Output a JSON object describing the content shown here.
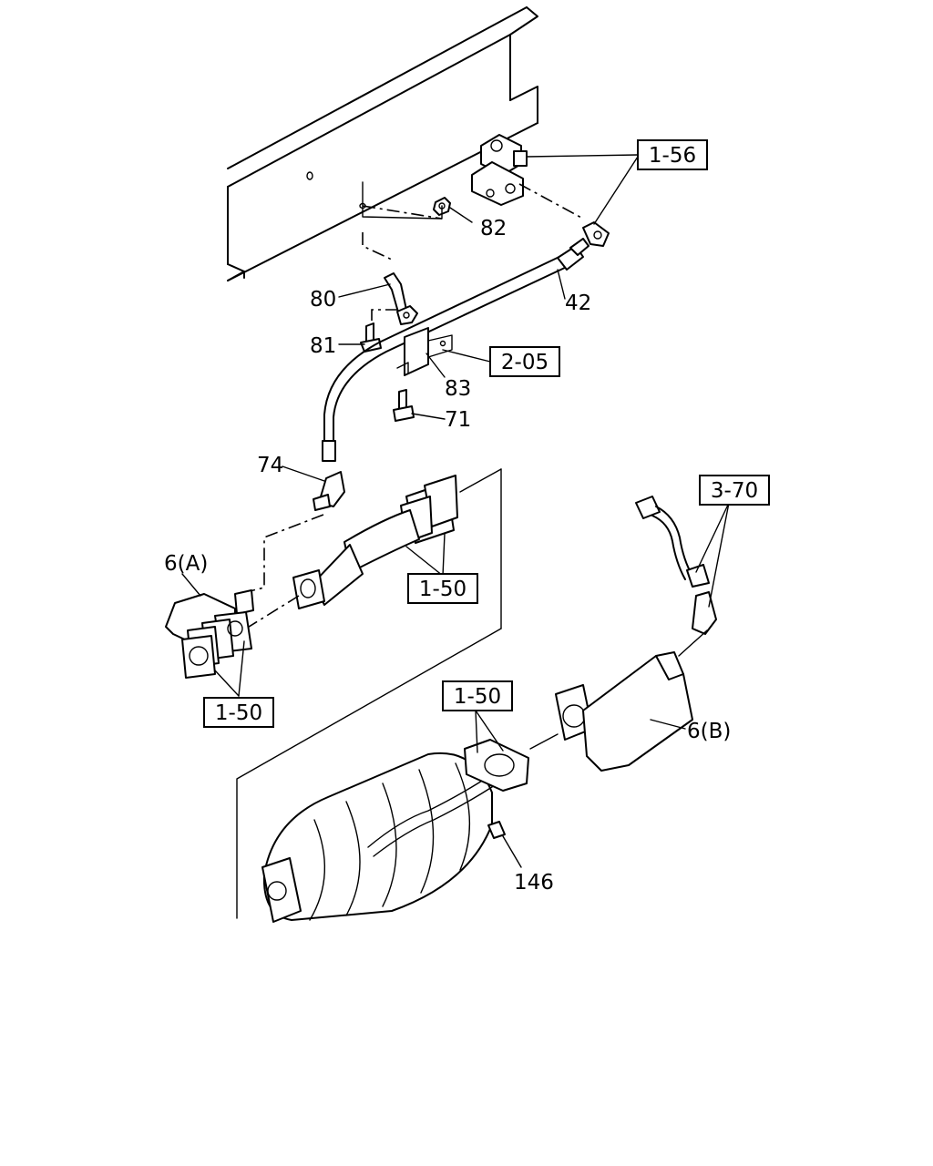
{
  "labels": {
    "p_1_56": "1-56",
    "p_82": "82",
    "p_80": "80",
    "p_42": "42",
    "p_81": "81",
    "p_2_05": "2-05",
    "p_83": "83",
    "p_71": "71",
    "p_74": "74",
    "p_6a": "6(A)",
    "p_1_50_a": "1-50",
    "p_1_50_b": "1-50",
    "p_3_70": "3-70",
    "p_1_50_c": "1-50",
    "p_6b": "6(B)",
    "p_146": "146"
  }
}
